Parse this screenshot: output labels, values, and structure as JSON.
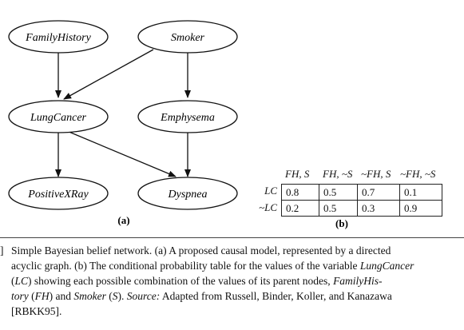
{
  "figure": {
    "nodes": {
      "family_history": "FamilyHistory",
      "smoker": "Smoker",
      "lung_cancer": "LungCancer",
      "emphysema": "Emphysema",
      "positive_xray": "PositiveXRay",
      "dyspnea": "Dyspnea"
    },
    "panel_a": "(a)",
    "panel_b": "(b)"
  },
  "cpt": {
    "columns": [
      "FH, S",
      "FH, ~S",
      "~FH, S",
      "~FH, ~S"
    ],
    "rows": [
      {
        "label": "LC",
        "values": [
          "0.8",
          "0.5",
          "0.7",
          "0.1"
        ]
      },
      {
        "label": "~LC",
        "values": [
          "0.2",
          "0.5",
          "0.3",
          "0.9"
        ]
      }
    ]
  },
  "caption": {
    "marker": "]",
    "line1": "Simple Bayesian belief network. (a) A proposed causal model, represented by a directed",
    "line2_a": "acyclic graph. (b) The conditional probability table for the values of the variable ",
    "line2_var": "LungCancer",
    "line3_a": "(",
    "line3_lc": "LC",
    "line3_b": ") showing each possible combination of the values of its parent nodes, ",
    "line3_fh": "FamilyHis-",
    "line4_fh": "tory",
    "line4_a": " (",
    "line4_fhabbr": "FH",
    "line4_b": ") and ",
    "line4_smoker": "Smoker",
    "line4_c": " (",
    "line4_s": "S",
    "line4_d": "). ",
    "line4_source": "Source:",
    "line4_e": " Adapted from Russell, Binder, Koller, and Kanazawa",
    "line5": "[RBKK95]."
  }
}
